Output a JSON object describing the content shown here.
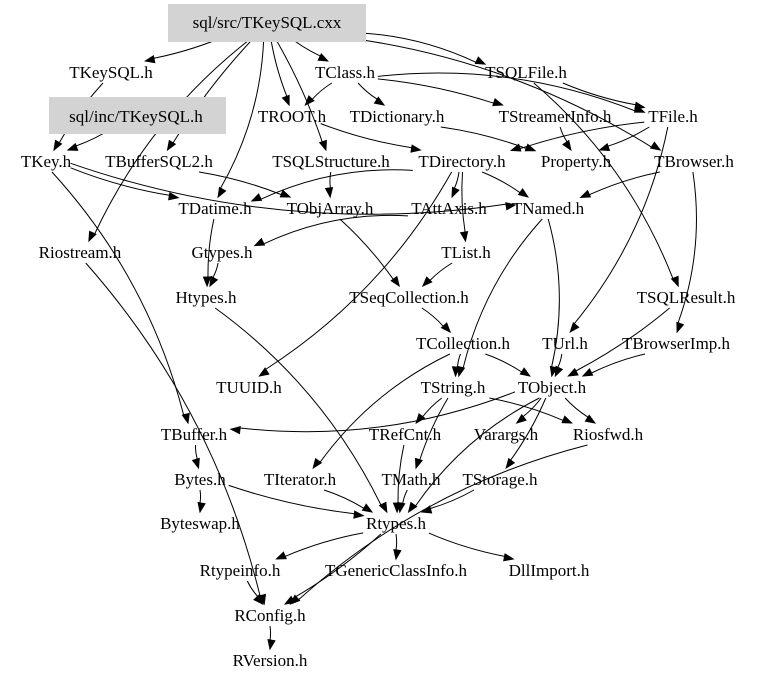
{
  "diagram": {
    "type": "include-dependency-graph",
    "root": "sql/src/TKeySQL.cxx",
    "highlight_color": "#d3d3d3",
    "nodes": [
      {
        "id": "root",
        "label": "sql/src/TKeySQL.cxx",
        "highlighted": true
      },
      {
        "id": "TKeySQL_h",
        "label": "TKeySQL.h"
      },
      {
        "id": "TClass_h",
        "label": "TClass.h"
      },
      {
        "id": "TSQLFile_h",
        "label": "TSQLFile.h"
      },
      {
        "id": "inc_TKeySQL_h",
        "label": "sql/inc/TKeySQL.h",
        "highlighted": true
      },
      {
        "id": "TROOT_h",
        "label": "TROOT.h"
      },
      {
        "id": "TDictionary_h",
        "label": "TDictionary.h"
      },
      {
        "id": "TStreamerInfo_h",
        "label": "TStreamerInfo.h"
      },
      {
        "id": "TFile_h",
        "label": "TFile.h"
      },
      {
        "id": "TKey_h",
        "label": "TKey.h"
      },
      {
        "id": "TBufferSQL2_h",
        "label": "TBufferSQL2.h"
      },
      {
        "id": "TSQLStructure_h",
        "label": "TSQLStructure.h"
      },
      {
        "id": "TDirectory_h",
        "label": "TDirectory.h"
      },
      {
        "id": "Property_h",
        "label": "Property.h"
      },
      {
        "id": "TBrowser_h",
        "label": "TBrowser.h"
      },
      {
        "id": "TDatime_h",
        "label": "TDatime.h"
      },
      {
        "id": "TObjArray_h",
        "label": "TObjArray.h"
      },
      {
        "id": "TAttAxis_h",
        "label": "TAttAxis.h"
      },
      {
        "id": "TNamed_h",
        "label": "TNamed.h"
      },
      {
        "id": "Riostream_h",
        "label": "Riostream.h"
      },
      {
        "id": "Gtypes_h",
        "label": "Gtypes.h"
      },
      {
        "id": "TList_h",
        "label": "TList.h"
      },
      {
        "id": "Htypes_h",
        "label": "Htypes.h"
      },
      {
        "id": "TSeqCollection_h",
        "label": "TSeqCollection.h"
      },
      {
        "id": "TSQLResult_h",
        "label": "TSQLResult.h"
      },
      {
        "id": "TCollection_h",
        "label": "TCollection.h"
      },
      {
        "id": "TUrl_h",
        "label": "TUrl.h"
      },
      {
        "id": "TBrowserImp_h",
        "label": "TBrowserImp.h"
      },
      {
        "id": "TUUID_h",
        "label": "TUUID.h"
      },
      {
        "id": "TString_h",
        "label": "TString.h"
      },
      {
        "id": "TObject_h",
        "label": "TObject.h"
      },
      {
        "id": "TBuffer_h",
        "label": "TBuffer.h"
      },
      {
        "id": "TRefCnt_h",
        "label": "TRefCnt.h"
      },
      {
        "id": "Varargs_h",
        "label": "Varargs.h"
      },
      {
        "id": "Riosfwd_h",
        "label": "Riosfwd.h"
      },
      {
        "id": "Bytes_h",
        "label": "Bytes.h"
      },
      {
        "id": "TIterator_h",
        "label": "TIterator.h"
      },
      {
        "id": "TMath_h",
        "label": "TMath.h"
      },
      {
        "id": "TStorage_h",
        "label": "TStorage.h"
      },
      {
        "id": "Byteswap_h",
        "label": "Byteswap.h"
      },
      {
        "id": "Rtypes_h",
        "label": "Rtypes.h"
      },
      {
        "id": "Rtypeinfo_h",
        "label": "Rtypeinfo.h"
      },
      {
        "id": "TGenericClassInfo_h",
        "label": "TGenericClassInfo.h"
      },
      {
        "id": "DllImport_h",
        "label": "DllImport.h"
      },
      {
        "id": "RConfig_h",
        "label": "RConfig.h"
      },
      {
        "id": "RVersion_h",
        "label": "RVersion.h"
      }
    ],
    "edges": [
      [
        "root",
        "TKeySQL_h"
      ],
      [
        "root",
        "TClass_h"
      ],
      [
        "root",
        "TSQLFile_h"
      ],
      [
        "root",
        "Riostream_h"
      ],
      [
        "root",
        "TBrowser_h"
      ],
      [
        "root",
        "TBufferSQL2_h"
      ],
      [
        "root",
        "TSQLStructure_h"
      ],
      [
        "root",
        "TROOT_h"
      ],
      [
        "root",
        "TDatime_h"
      ],
      [
        "TKeySQL_h",
        "TKey_h"
      ],
      [
        "inc_TKeySQL_h",
        "TKey_h"
      ],
      [
        "TClass_h",
        "TDictionary_h"
      ],
      [
        "TClass_h",
        "TStreamerInfo_h"
      ],
      [
        "TClass_h",
        "TROOT_h"
      ],
      [
        "TClass_h",
        "TFile_h"
      ],
      [
        "TSQLFile_h",
        "TFile_h"
      ],
      [
        "TSQLFile_h",
        "TSQLResult_h"
      ],
      [
        "TROOT_h",
        "TDirectory_h"
      ],
      [
        "TDictionary_h",
        "Property_h"
      ],
      [
        "TStreamerInfo_h",
        "Property_h"
      ],
      [
        "TFile_h",
        "Property_h"
      ],
      [
        "TFile_h",
        "TDirectory_h"
      ],
      [
        "TFile_h",
        "TUrl_h"
      ],
      [
        "TKey_h",
        "TDatime_h"
      ],
      [
        "TKey_h",
        "TBuffer_h"
      ],
      [
        "TKey_h",
        "TNamed_h"
      ],
      [
        "TBufferSQL2_h",
        "TObjArray_h"
      ],
      [
        "TSQLStructure_h",
        "TObjArray_h"
      ],
      [
        "TDirectory_h",
        "TNamed_h"
      ],
      [
        "TDirectory_h",
        "TList_h"
      ],
      [
        "TDirectory_h",
        "TUUID_h"
      ],
      [
        "TDirectory_h",
        "TDatime_h"
      ],
      [
        "TDirectory_h",
        "TAttAxis_h"
      ],
      [
        "TBrowser_h",
        "TNamed_h"
      ],
      [
        "TBrowser_h",
        "TBrowserImp_h"
      ],
      [
        "TDatime_h",
        "Htypes_h"
      ],
      [
        "Gtypes_h",
        "Htypes_h"
      ],
      [
        "TAttAxis_h",
        "Gtypes_h"
      ],
      [
        "TObjArray_h",
        "TSeqCollection_h"
      ],
      [
        "TList_h",
        "TSeqCollection_h"
      ],
      [
        "TSeqCollection_h",
        "TCollection_h"
      ],
      [
        "TNamed_h",
        "TString_h"
      ],
      [
        "TNamed_h",
        "TObject_h"
      ],
      [
        "TCollection_h",
        "TString_h"
      ],
      [
        "TCollection_h",
        "TObject_h"
      ],
      [
        "TCollection_h",
        "TIterator_h"
      ],
      [
        "TUrl_h",
        "TObject_h"
      ],
      [
        "TBrowserImp_h",
        "TObject_h"
      ],
      [
        "TSQLResult_h",
        "TObject_h"
      ],
      [
        "TString_h",
        "TRefCnt_h"
      ],
      [
        "TString_h",
        "Riosfwd_h"
      ],
      [
        "TString_h",
        "TMath_h"
      ],
      [
        "TObject_h",
        "Varargs_h"
      ],
      [
        "TObject_h",
        "Riosfwd_h"
      ],
      [
        "TObject_h",
        "TStorage_h"
      ],
      [
        "TObject_h",
        "Rtypes_h"
      ],
      [
        "TObject_h",
        "TBuffer_h"
      ],
      [
        "TBuffer_h",
        "Bytes_h"
      ],
      [
        "Bytes_h",
        "Byteswap_h"
      ],
      [
        "Bytes_h",
        "Rtypes_h"
      ],
      [
        "TIterator_h",
        "Rtypes_h"
      ],
      [
        "TMath_h",
        "Rtypes_h"
      ],
      [
        "TStorage_h",
        "Rtypes_h"
      ],
      [
        "TRefCnt_h",
        "Rtypes_h"
      ],
      [
        "Htypes_h",
        "Rtypes_h"
      ],
      [
        "Rtypes_h",
        "Rtypeinfo_h"
      ],
      [
        "Rtypes_h",
        "TGenericClassInfo_h"
      ],
      [
        "Rtypes_h",
        "DllImport_h"
      ],
      [
        "Rtypes_h",
        "RConfig_h"
      ],
      [
        "Rtypeinfo_h",
        "RConfig_h"
      ],
      [
        "Riostream_h",
        "RConfig_h"
      ],
      [
        "Riosfwd_h",
        "RConfig_h"
      ],
      [
        "RConfig_h",
        "RVersion_h"
      ]
    ]
  }
}
